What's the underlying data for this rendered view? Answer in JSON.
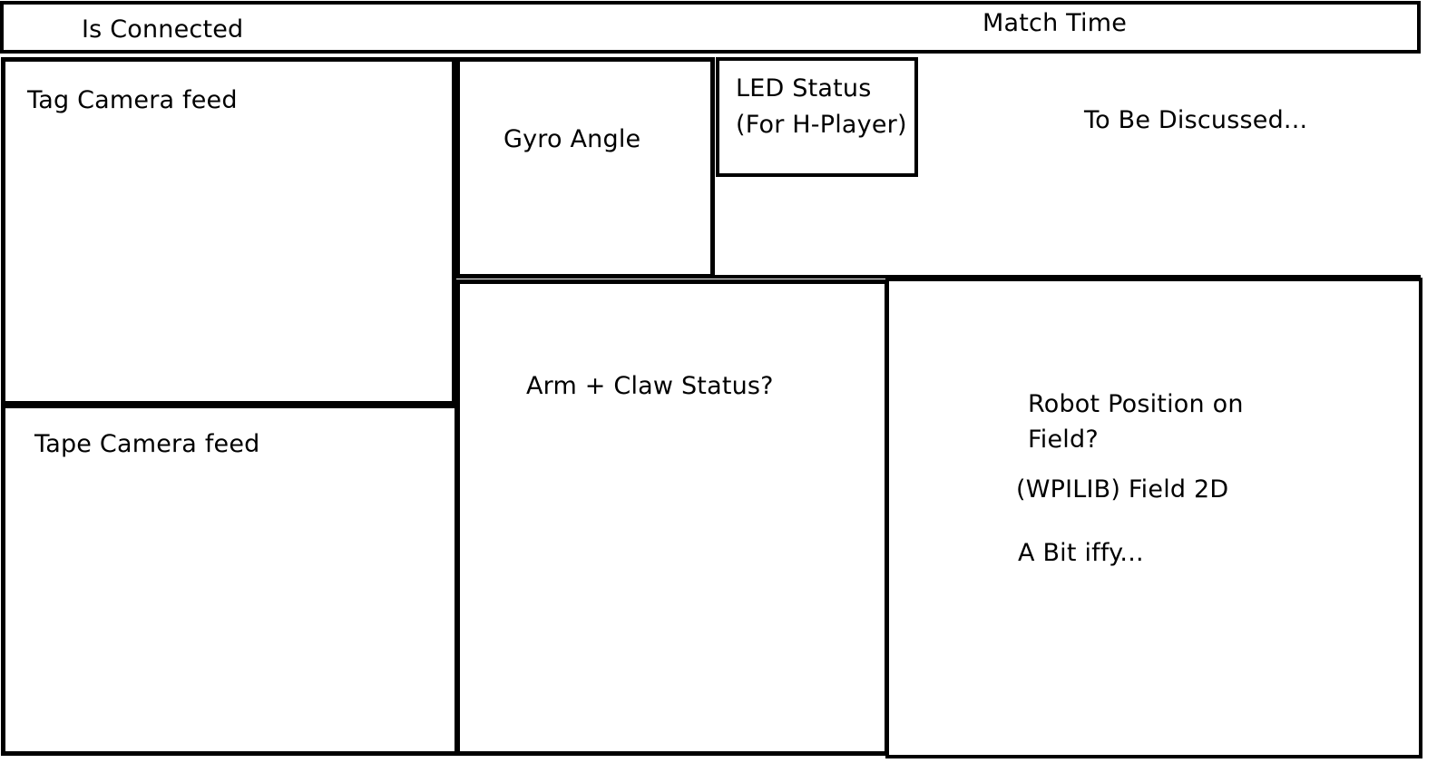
{
  "header": {
    "is_connected": "Is Connected",
    "match_time": "Match Time"
  },
  "panels": {
    "tag_camera": "Tag Camera feed",
    "tape_camera": "Tape Camera feed",
    "gyro": "Gyro Angle",
    "led_status_line1": "LED Status",
    "led_status_line2": "(For H-Player)",
    "to_be_discussed": "To Be Discussed...",
    "arm_claw": "Arm + Claw Status?",
    "robot_position_line1": "Robot Position on",
    "robot_position_line2": "Field?",
    "field2d": "(WPILIB) Field 2D",
    "iffy": "A Bit iffy..."
  },
  "colors": {
    "border": "#000000",
    "background": "#ffffff"
  }
}
